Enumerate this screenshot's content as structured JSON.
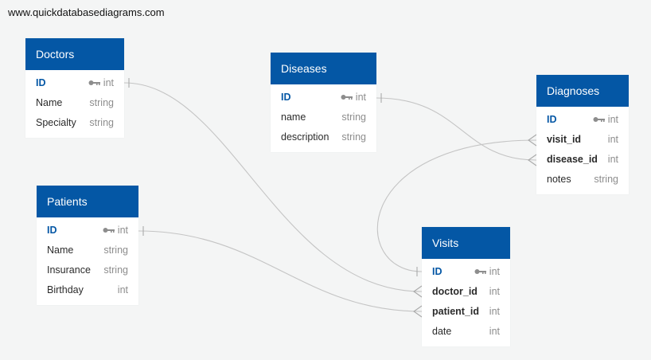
{
  "site": {
    "url": "www.quickdatabasediagrams.com"
  },
  "tables": {
    "doctors": {
      "title": "Doctors",
      "fields": [
        {
          "name": "ID",
          "type": "int",
          "pk": true
        },
        {
          "name": "Name",
          "type": "string"
        },
        {
          "name": "Specialty",
          "type": "string"
        }
      ]
    },
    "diseases": {
      "title": "Diseases",
      "fields": [
        {
          "name": "ID",
          "type": "int",
          "pk": true
        },
        {
          "name": "name",
          "type": "string"
        },
        {
          "name": "description",
          "type": "string"
        }
      ]
    },
    "diagnoses": {
      "title": "Diagnoses",
      "fields": [
        {
          "name": "ID",
          "type": "int",
          "pk": true
        },
        {
          "name": "visit_id",
          "type": "int",
          "fk": true
        },
        {
          "name": "disease_id",
          "type": "int",
          "fk": true
        },
        {
          "name": "notes",
          "type": "string"
        }
      ]
    },
    "patients": {
      "title": "Patients",
      "fields": [
        {
          "name": "ID",
          "type": "int",
          "pk": true
        },
        {
          "name": "Name",
          "type": "string"
        },
        {
          "name": "Insurance",
          "type": "string"
        },
        {
          "name": "Birthday",
          "type": "int"
        }
      ]
    },
    "visits": {
      "title": "Visits",
      "fields": [
        {
          "name": "ID",
          "type": "int",
          "pk": true
        },
        {
          "name": "doctor_id",
          "type": "int",
          "fk": true
        },
        {
          "name": "patient_id",
          "type": "int",
          "fk": true
        },
        {
          "name": "date",
          "type": "int"
        }
      ]
    }
  },
  "colors": {
    "header": "#0457a5",
    "link": "#c4c4c4",
    "pk_text": "#0457a5"
  }
}
